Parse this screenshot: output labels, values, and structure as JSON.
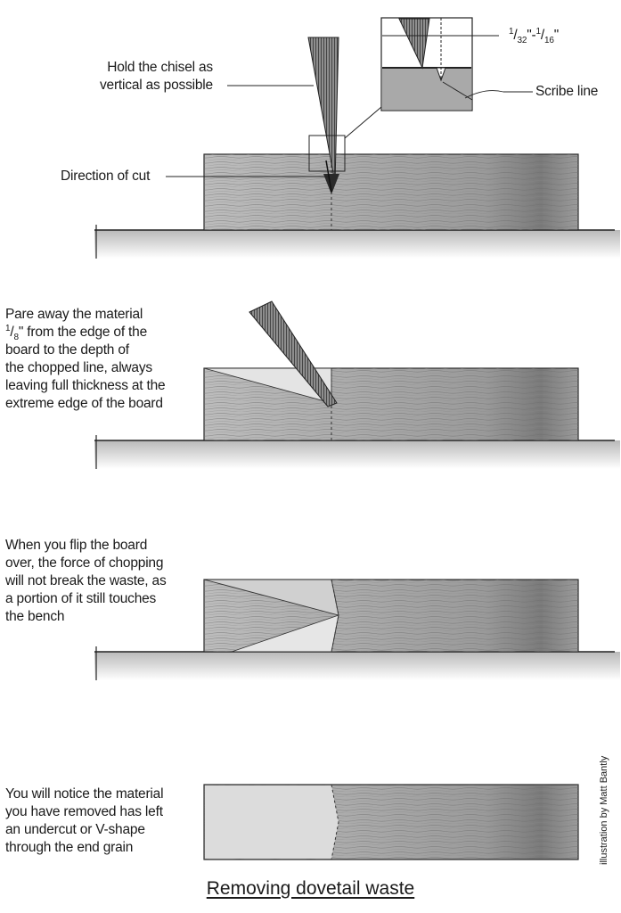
{
  "panels": [
    {
      "labels": {
        "chisel": [
          "Hold the chisel as",
          "vertical as possible"
        ],
        "direction": "Direction of cut",
        "scribe": "Scribe line",
        "measure_a": "1",
        "measure_a_den": "32",
        "measure_sep": "\"-",
        "measure_b": "1",
        "measure_b_den": "16",
        "measure_end": "\""
      }
    },
    {
      "text_pre_num": "Pare away the material",
      "frac_num": "1",
      "frac_den": "8",
      "text_after_frac": "\" from the edge of the",
      "lines": [
        "board to the depth of",
        "the chopped line, always",
        "leaving full thickness at the",
        "extreme edge of the board"
      ]
    },
    {
      "lines": [
        "When you flip the board",
        "over, the force of chopping",
        "will not break the waste, as",
        "a portion of it still touches",
        "the bench"
      ]
    },
    {
      "lines": [
        "You will notice the material",
        "you have removed has left",
        "an undercut or V-shape",
        "through the end grain"
      ]
    }
  ],
  "credit": "illustration by Matt Bantly",
  "caption": "Removing dovetail waste"
}
